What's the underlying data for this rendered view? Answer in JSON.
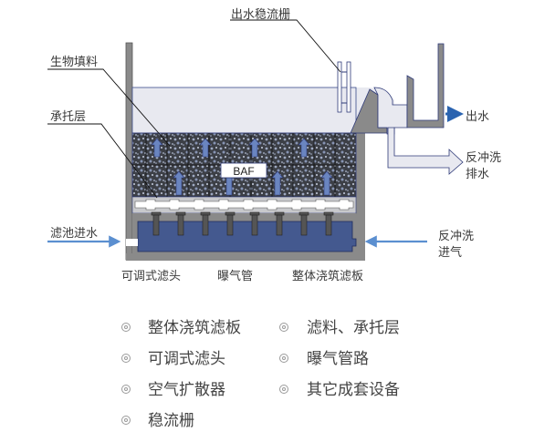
{
  "diagram": {
    "center_label": "BAF",
    "labels": {
      "outlet_grid": "出水稳流栅",
      "bio_media": "生物填料",
      "support_layer": "承托层",
      "inlet": "滤池进水",
      "outlet": "出水",
      "backwash_drain_1": "反冲洗",
      "backwash_drain_2": "排水",
      "backwash_air_1": "反冲洗",
      "backwash_air_2": "进气",
      "filter_head": "可调式滤头",
      "aeration_pipe": "曝气管",
      "filter_plate": "整体浇筑滤板"
    },
    "colors": {
      "wall": "#8a8a8a",
      "water": "#e8e9f0",
      "plenum": "#44598f",
      "arrow": "#5b8fd0",
      "outline": "#2e3a78"
    }
  },
  "legend": {
    "items": [
      "整体浇筑滤板",
      "滤料、承托层",
      "可调式滤头",
      "曝气管路",
      "空气扩散器",
      "其它成套设备",
      "稳流栅"
    ]
  }
}
